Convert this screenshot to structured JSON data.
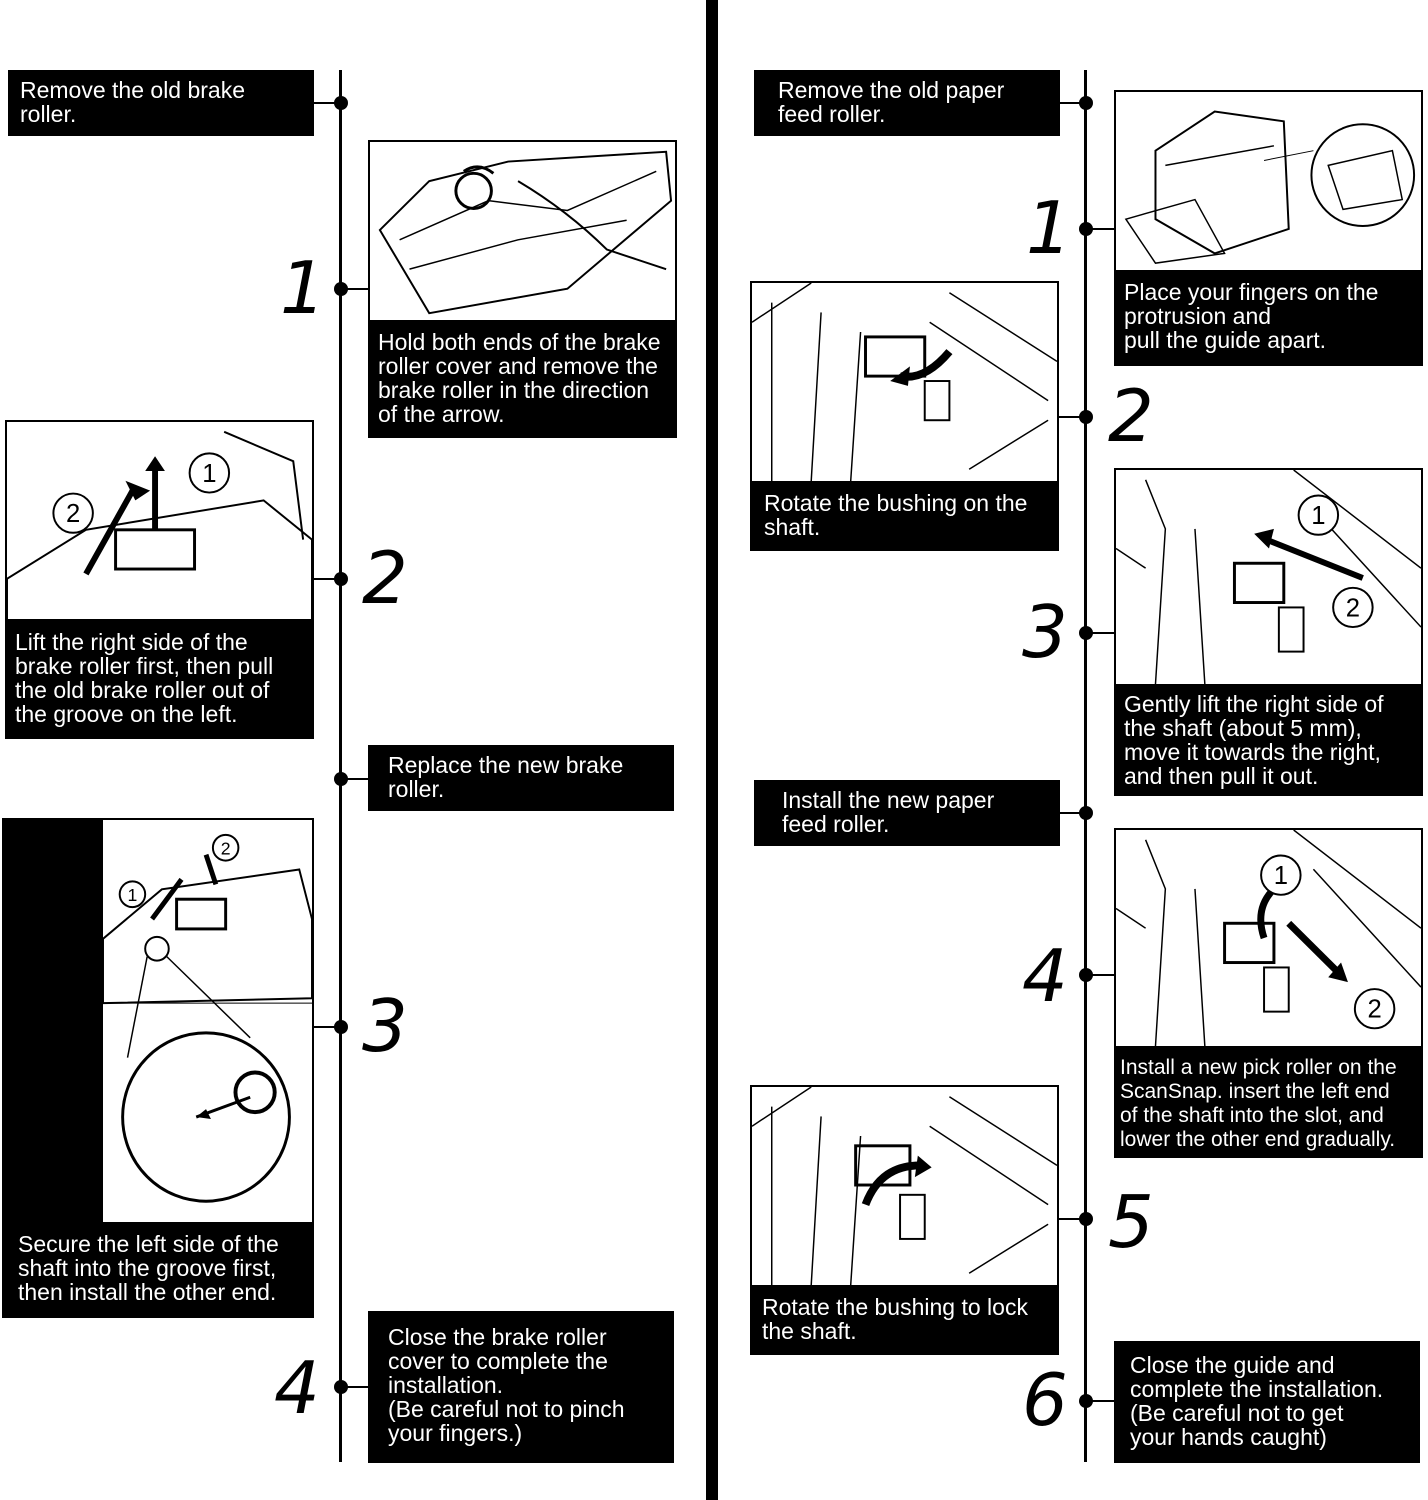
{
  "left": {
    "header_1": "Remove the old brake\nroller.",
    "step_1_number": "1",
    "step_1_caption": "Hold both ends of the brake\nroller cover and remove the\nbrake roller in the direction\nof the arrow.",
    "step_2_number": "2",
    "step_2_caption": "Lift the right side of the\nbrake roller first, then pull\nthe old brake roller out of\nthe groove on the left.",
    "header_2": "Replace the new brake\nroller.",
    "step_3_number": "3",
    "step_3_caption": "Secure the left side of the\nshaft into the groove first,\nthen install the other end.",
    "step_4_number": "4",
    "step_4_caption": "Close the brake roller\ncover to complete the\ninstallation.\n(Be careful not to pinch\nyour fingers.)"
  },
  "right": {
    "header_1": "Remove the old paper\nfeed roller.",
    "step_1_number": "1",
    "step_1_caption": "Place your fingers on the\nprotrusion and\npull the guide apart.",
    "step_2_number": "2",
    "step_2_caption": "Rotate the bushing on the\nshaft.",
    "step_3_number": "3",
    "step_3_caption": "Gently lift the right side of\nthe shaft (about 5 mm),\nmove it towards the right,\nand then pull it out.",
    "header_2": "Install the new paper\nfeed roller.",
    "step_4_number": "4",
    "step_4_caption": "Install a new pick roller on the\nScanSnap. insert the left end\nof the shaft into the slot, and\nlower the other end gradually.",
    "step_5_number": "5",
    "step_5_caption": "Rotate the bushing to lock\nthe shaft.",
    "step_6_number": "6",
    "step_6_caption": "Close the guide and\ncomplete the installation.\n(Be careful not to get\nyour hands caught)"
  },
  "badges": {
    "one": "1",
    "two": "2"
  },
  "colors": {
    "background": "#ffffff",
    "ink": "#000000",
    "label_text": "#ffffff"
  }
}
